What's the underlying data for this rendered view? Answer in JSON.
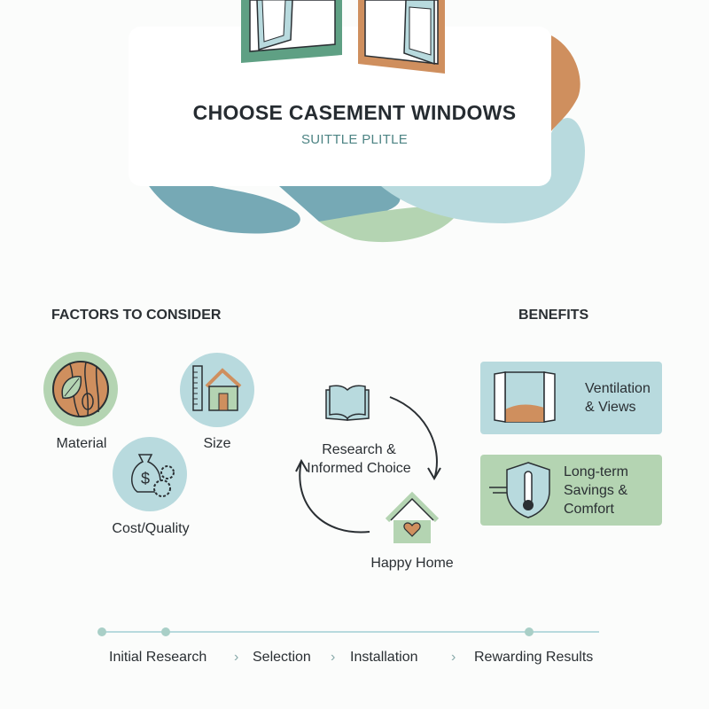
{
  "header": {
    "title": "CHOOSE CASEMENT WINDOWS",
    "subtitle": "SUITTLE PLITLE"
  },
  "colors": {
    "teal": "#76a9b5",
    "light_blue": "#b8dade",
    "green": "#b4d4b2",
    "orange": "#cf8f5e",
    "frame_green": "#5fa084",
    "text": "#2a2f33"
  },
  "factors": {
    "heading": "FACTORS TO CONSIDER",
    "items": [
      {
        "label": "Material",
        "icon": "wood-leaf-icon"
      },
      {
        "label": "Size",
        "icon": "ruler-house-icon"
      },
      {
        "label": "Cost/Quality",
        "icon": "money-bag-gears-icon"
      }
    ]
  },
  "cycle": {
    "research_label": "Research & Informed Choice",
    "research_line1": "Research &",
    "research_line2": "Informed Choice",
    "home_label": "Happy Home"
  },
  "benefits": {
    "heading": "BENEFITS",
    "items": [
      {
        "line1": "Ventilation",
        "line2": "& Views",
        "icon": "open-window-icon"
      },
      {
        "line1": "Long-term",
        "line2": "Savings &",
        "line3": "Comfort",
        "icon": "shield-thermometer-icon"
      }
    ]
  },
  "timeline": {
    "steps": [
      "Initial Research",
      "Selection",
      "Installation",
      "Rewarding Results"
    ]
  }
}
